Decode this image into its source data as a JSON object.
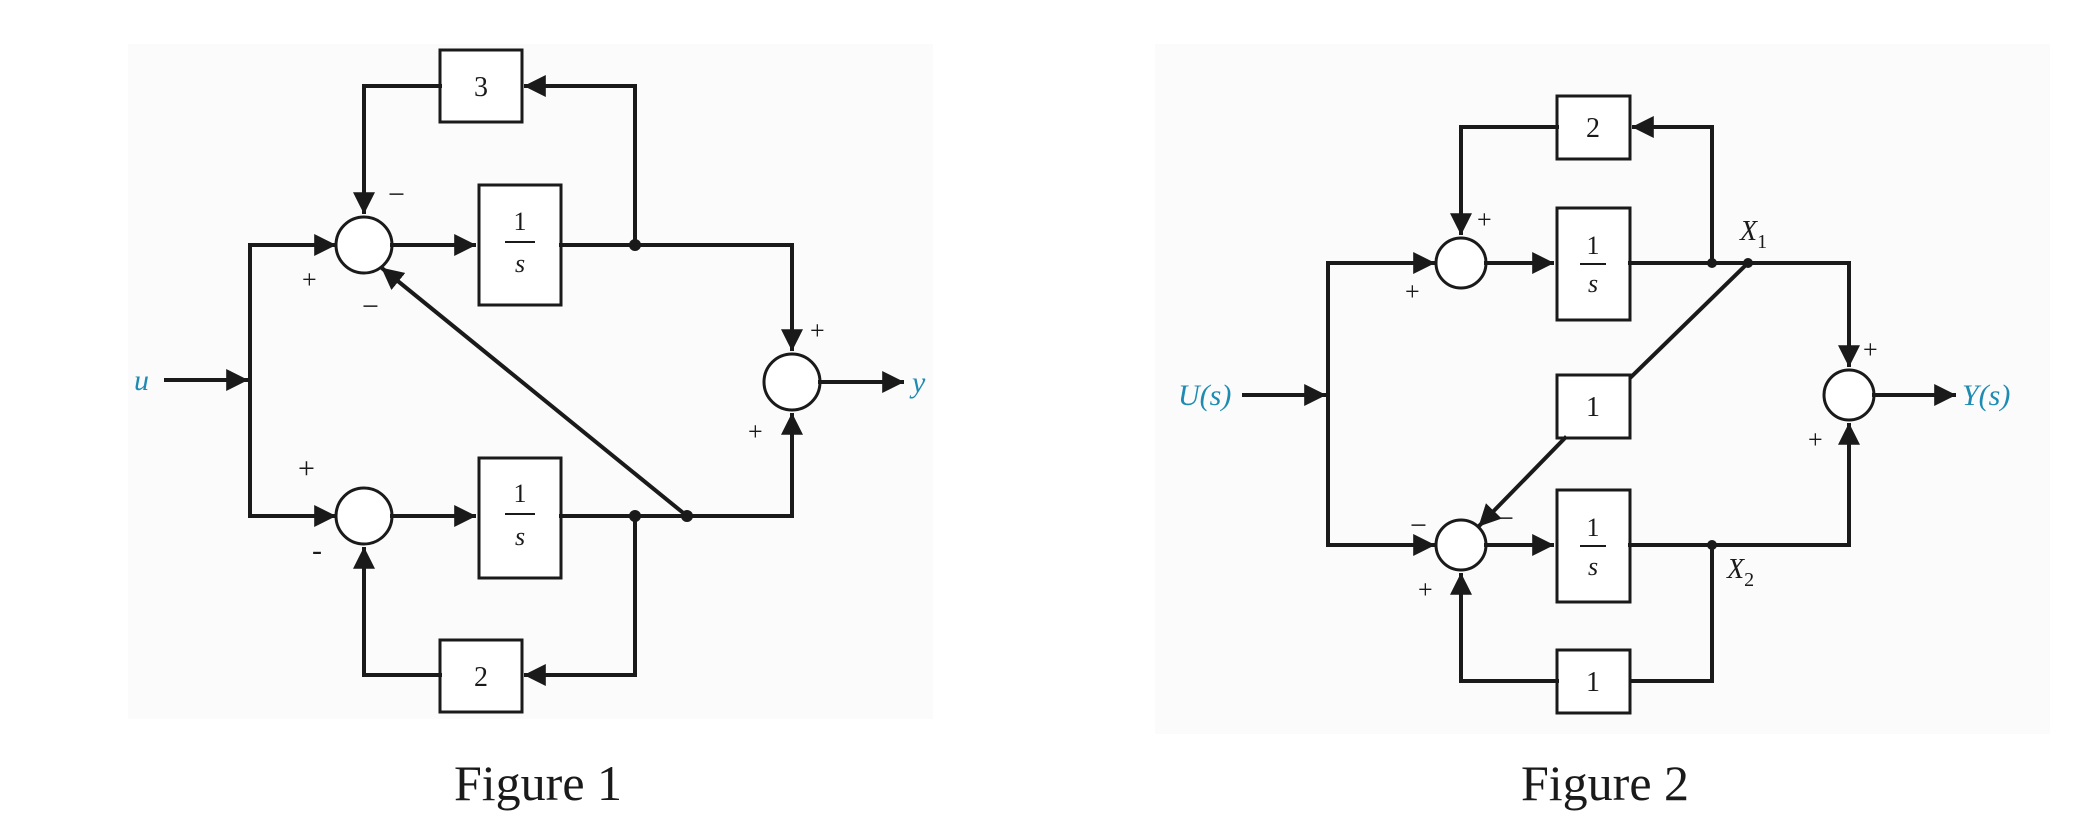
{
  "figure1": {
    "caption": "Figure 1",
    "input_label": "u",
    "output_label": "y",
    "blocks": {
      "top_feedback_gain": "3",
      "integrator_top_num": "1",
      "integrator_top_den": "s",
      "integrator_bottom_num": "1",
      "integrator_bottom_den": "s",
      "bottom_feedback_gain": "2"
    },
    "signs": {
      "sum1_input_plus": "+",
      "sum1_feedback_minus": "−",
      "sum1_cross_minus": "−",
      "sum2_input_plus": "+",
      "sum2_feedback_minus": "-",
      "out_top_plus": "+",
      "out_bottom_plus": "+"
    }
  },
  "figure2": {
    "caption": "Figure 2",
    "input_label": "U(s)",
    "output_label": "Y(s)",
    "node_x1": "X",
    "node_x1_sub": "1",
    "node_x2": "X",
    "node_x2_sub": "2",
    "blocks": {
      "top_feedback_gain": "2",
      "integrator_top_num": "1",
      "integrator_top_den": "s",
      "cross_gain": "1",
      "integrator_bottom_num": "1",
      "integrator_bottom_den": "s",
      "bottom_feedback_gain": "1"
    },
    "signs": {
      "sum1_feedback_plus": "+",
      "sum1_input_plus": "+",
      "sum2_input_minus": "−",
      "sum2_cross_minus": "−",
      "sum2_feedback_plus": "+",
      "out_top_plus": "+",
      "out_bottom_plus": "+"
    }
  }
}
